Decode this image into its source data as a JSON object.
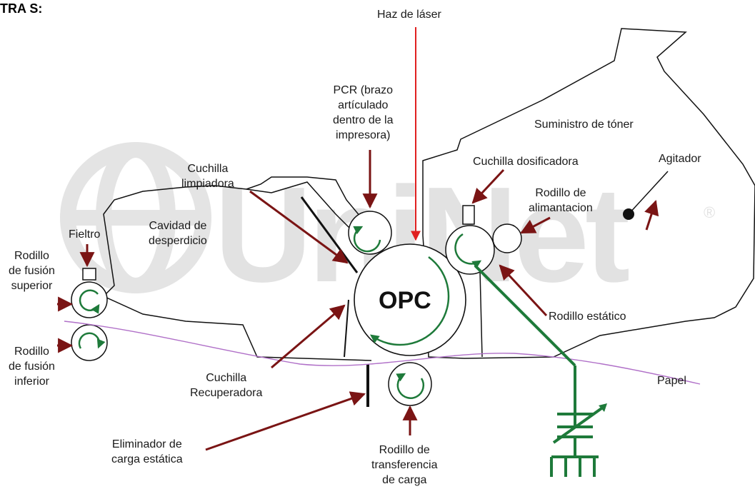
{
  "header": "TRA S:",
  "watermark": {
    "brand": "UniNet",
    "registered": "®"
  },
  "component": {
    "opc": "OPC"
  },
  "labels": {
    "laser": "Haz de láser",
    "pcr": "PCR (brazo\nartículado\ndentro de la\nimpresora)",
    "toner_supply": "Suministro de tóner",
    "doctor_blade": "Cuchilla dosificadora",
    "agitator": "Agitador",
    "feed_roller": "Rodillo de\nalimantacion",
    "wiper_blade": "Cuchilla\nlimpiadora",
    "waste_cavity": "Cavidad de\ndesperdicio",
    "felt": "Fieltro",
    "upper_fuser": "Rodillo\nde fusión\nsuperior",
    "lower_fuser": "Rodillo\nde fusión\ninferior",
    "static_roller": "Rodillo estático",
    "recovery_blade": "Cuchilla\nRecuperadora",
    "paper": "Papel",
    "static_eliminator": "Eliminador de\ncarga estática",
    "transfer_roller": "Rodillo de\ntransferencia\nde carga"
  },
  "colors": {
    "arrow": "#7a1414",
    "laser": "#e02020",
    "rotation": "#1e7a3a",
    "paper_path": "#b070c8",
    "outline": "#111111"
  }
}
